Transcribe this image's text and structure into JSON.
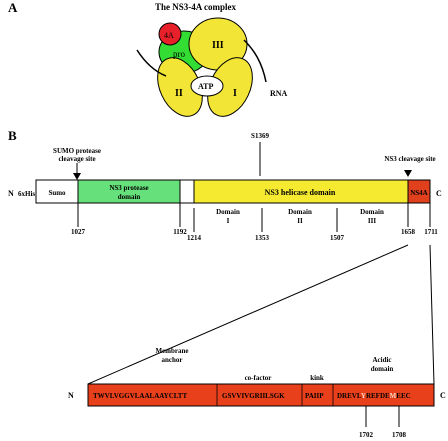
{
  "panel_a": {
    "label": "A",
    "title": "The NS3-4A complex",
    "sub_4a": "4A",
    "sub_pro": "pro",
    "sub_iii": "III",
    "sub_ii": "II",
    "sub_i": "I",
    "atp": "ATP",
    "rna": "RNA",
    "colors": {
      "red": "#e8202a",
      "green": "#33dd33",
      "yellow": "#f2e536"
    }
  },
  "panel_b": {
    "label": "B",
    "n_term": "N",
    "c_term": "C",
    "tag": "6xHis",
    "sumo_cleavage": [
      "SUMO protease",
      "cleavage site"
    ],
    "ns3_cleavage": "NS3 cleavage site",
    "s1369": "S1369",
    "segments": {
      "sumo": "Sumo",
      "protease": [
        "NS3 protease",
        "domain"
      ],
      "helicase": "NS3 helicase domain",
      "ns4a": "NS4A"
    },
    "domains": [
      {
        "name": "Domain",
        "roman": "I"
      },
      {
        "name": "Domain",
        "roman": "II"
      },
      {
        "name": "Domain",
        "roman": "III"
      }
    ],
    "positions": [
      "1027",
      "1192",
      "1214",
      "1353",
      "1507",
      "1658",
      "1711"
    ],
    "colors": {
      "protease": "#66e07a",
      "helicase": "#f5ea30",
      "ns4a": "#e0401c"
    }
  },
  "zoom": {
    "n_term": "N",
    "c_term": "C",
    "region_labels": [
      [
        "Membrane",
        "anchor"
      ],
      [
        "co-factor"
      ],
      [
        "kink"
      ],
      [
        "Acidic",
        "domain"
      ]
    ],
    "sequences": [
      "TWVLVGGVLAALAAYCLTT",
      "GSVVIVGRIILSGK",
      "PAIIP",
      "DREVL",
      "Y",
      "REFDE",
      "M",
      "EEC"
    ],
    "positions": [
      "1702",
      "1708"
    ],
    "colors": {
      "bar": "#e8401a",
      "highlight": "#f7d9c4"
    }
  }
}
